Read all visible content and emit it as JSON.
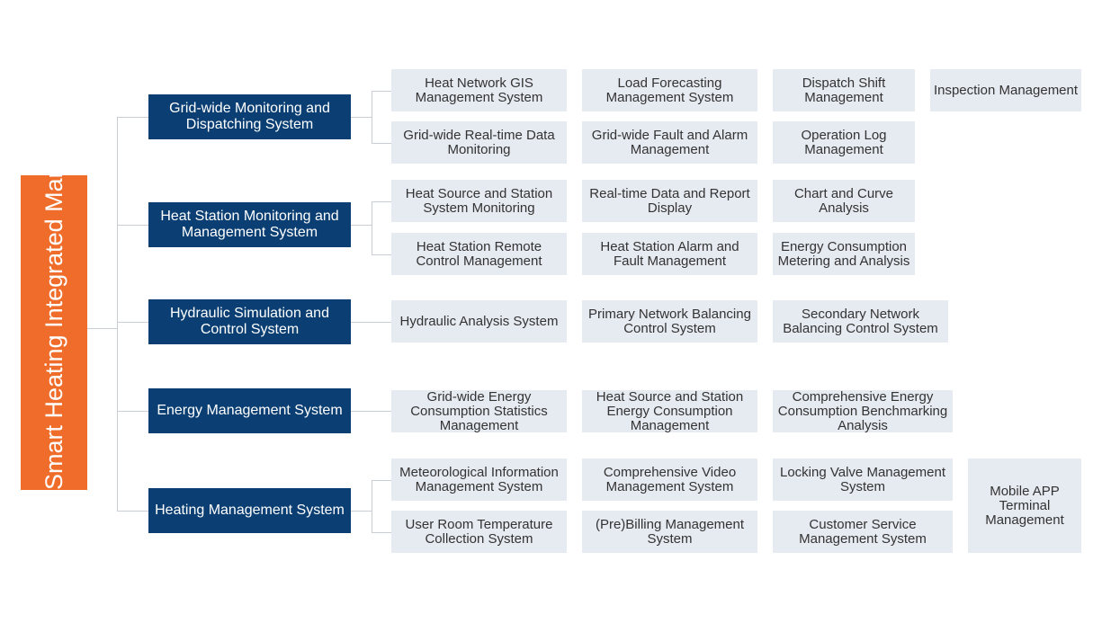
{
  "root": {
    "label": "Smart Heating Integrated Management Platform"
  },
  "categories": [
    {
      "label": "Grid-wide Monitoring and Dispatching System",
      "rows": [
        [
          "Heat Network GIS Management System",
          "Load Forecasting Management System",
          "Dispatch Shift Management",
          "Inspection Management"
        ],
        [
          "Grid-wide Real-time Data Monitoring",
          "Grid-wide Fault and Alarm Management",
          "Operation Log Management"
        ]
      ]
    },
    {
      "label": "Heat Station Monitoring and Management System",
      "rows": [
        [
          "Heat Source and Station System Monitoring",
          "Real-time Data and Report Display",
          "Chart and Curve Analysis"
        ],
        [
          "Heat Station Remote Control Management",
          "Heat Station Alarm and Fault Management",
          "Energy Consumption Metering and Analysis"
        ]
      ]
    },
    {
      "label": "Hydraulic Simulation and Control System",
      "rows": [
        [
          "Hydraulic Analysis System",
          "Primary Network Balancing Control System",
          "Secondary Network Balancing Control System"
        ]
      ]
    },
    {
      "label": "Energy Management System",
      "rows": [
        [
          "Grid-wide Energy Consumption Statistics Management",
          "Heat Source and Station Energy Consumption Management",
          "Comprehensive Energy Consumption Benchmarking Analysis"
        ]
      ]
    },
    {
      "label": "Heating Management System",
      "rows": [
        [
          "Meteorological Information Management System",
          "Comprehensive Video Management System",
          "Locking Valve Management System"
        ],
        [
          "User Room Temperature Collection System",
          "(Pre)Billing Management System",
          "Customer Service Management System"
        ]
      ],
      "side": "Mobile APP Terminal Management"
    }
  ]
}
